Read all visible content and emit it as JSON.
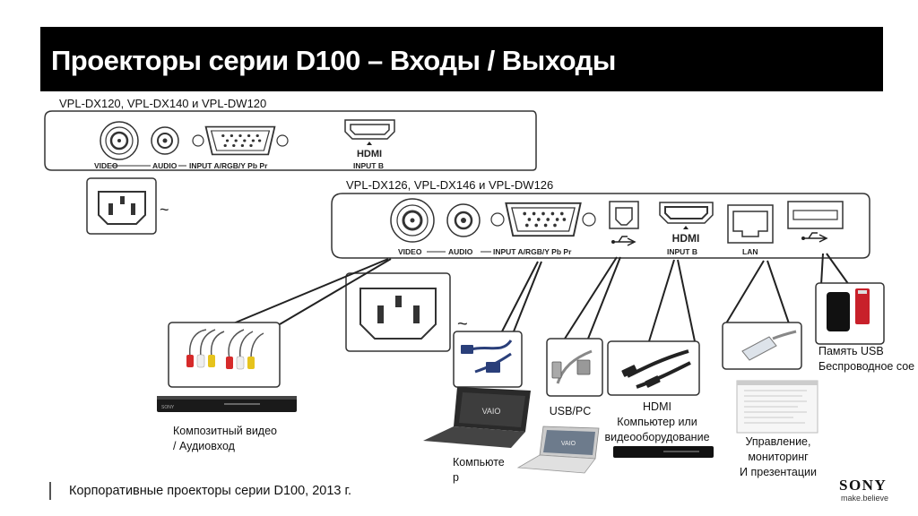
{
  "title": "Проекторы серии D100 – Входы / Выходы",
  "panel_a": {
    "models": "VPL-DX120, VPL-DX140 и VPL-DW120",
    "labels": {
      "video": "VIDEO",
      "audio": "AUDIO",
      "input_a": "INPUT A/RGB/Y Pb Pr",
      "hdmi": "HDMI",
      "input_b": "INPUT B"
    }
  },
  "panel_b": {
    "models": "VPL-DX126, VPL-DX146 и VPL-DW126",
    "labels": {
      "video": "VIDEO",
      "audio": "AUDIO",
      "input_a": "INPUT A/RGB/Y Pb Pr",
      "hdmi": "HDMI",
      "input_b": "INPUT B",
      "lan": "LAN"
    }
  },
  "captions": {
    "composite_line1": "Композитный видео",
    "composite_line2": "/ Аудиовход",
    "computer_line1": "Компьюте",
    "computer_line2": "р",
    "usb_pc": "USB/PC",
    "hdmi_line1": "HDMI",
    "hdmi_line2": "Компьютер или",
    "hdmi_line3": "видеооборудование",
    "control_line1": "Управление,",
    "control_line2": "мониторинг",
    "control_line3": "И презентации",
    "usb_line1": "Память USB",
    "usb_line2": "Беспроводное сое"
  },
  "footer": "Корпоративные проекторы серии D100, 2013 г.",
  "brand": {
    "name": "SONY",
    "tagline": "make.believe"
  },
  "device_text": {
    "dvd": "SONY",
    "vaio": "VAIO"
  },
  "colors": {
    "title_bg": "#000000",
    "title_fg": "#ffffff",
    "outline": "#333333",
    "usb_red": "#c8202a"
  }
}
